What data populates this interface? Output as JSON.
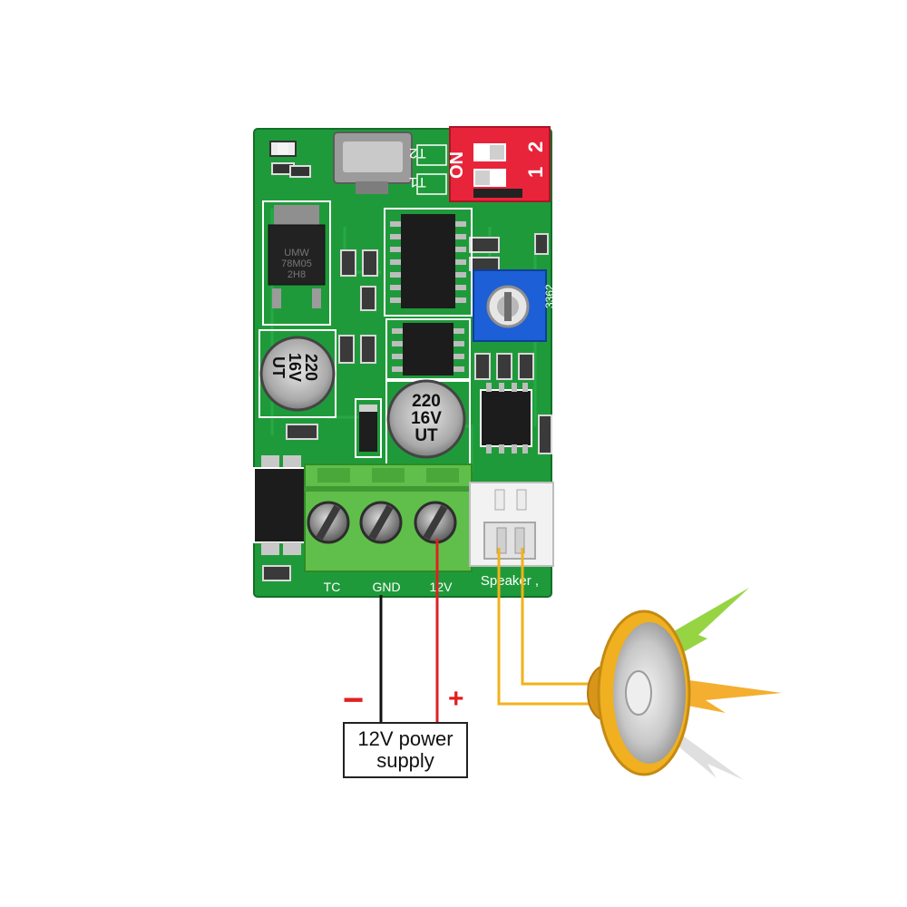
{
  "pcb": {
    "dip_switch": {
      "on_label": "ON",
      "pos1": "1",
      "pos2": "2"
    },
    "silk_t1": "T1",
    "silk_t2": "T2",
    "regulator_marking": [
      "UMW",
      "78M05",
      "2H8"
    ],
    "capacitor_left": [
      "220",
      "16V",
      "UT"
    ],
    "capacitor_mid": [
      "220",
      "16V",
      "UT"
    ],
    "trimpot_marking": "3362",
    "terminal_labels": {
      "tc": "TC",
      "gnd": "GND",
      "v12": "12V"
    },
    "speaker_label": "Speaker ,"
  },
  "power_supply": {
    "line1": "12V power",
    "line2": "supply"
  },
  "signs": {
    "negative": "−",
    "positive": "+"
  },
  "colors": {
    "pcb_green": "#1f9a3a",
    "terminal_green": "#5fbf4a",
    "dip_red": "#e8243a",
    "wire_black": "#111111",
    "wire_red": "#e02020",
    "wire_yellow": "#f2b21a",
    "speaker_gold": "#f0b020"
  }
}
